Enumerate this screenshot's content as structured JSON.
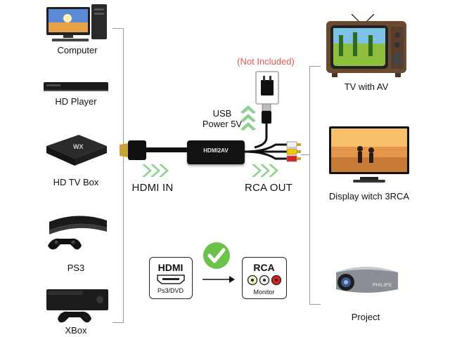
{
  "sources": {
    "computer": "Computer",
    "hd_player": "HD Player",
    "hd_tv_box": "HD TV Box",
    "ps3": "PS3",
    "xbox": "XBox"
  },
  "outputs": {
    "tv": "TV with AV",
    "display": "Display witch 3RCA",
    "projector": "Project"
  },
  "center": {
    "not_included": "(Not Included)",
    "usb_line1": "USB",
    "usb_line2": "Power 5V",
    "hdmi_in": "HDMI IN",
    "rca_out": "RCA OUT",
    "box_label": "HDMI2AV"
  },
  "bottom": {
    "hdmi_title": "HDMI",
    "hdmi_sub": "Ps3/DVD",
    "rca_title": "RCA",
    "rca_sub": "Monitor"
  },
  "device_logos": {
    "tv_box_logo": "WX",
    "projector_brand": "PHILIPS"
  },
  "colors": {
    "arrow_green": "#8fd08f",
    "check_green": "#6cc24a",
    "warning_red": "#e05555",
    "line_gray": "#9a9a9a"
  }
}
